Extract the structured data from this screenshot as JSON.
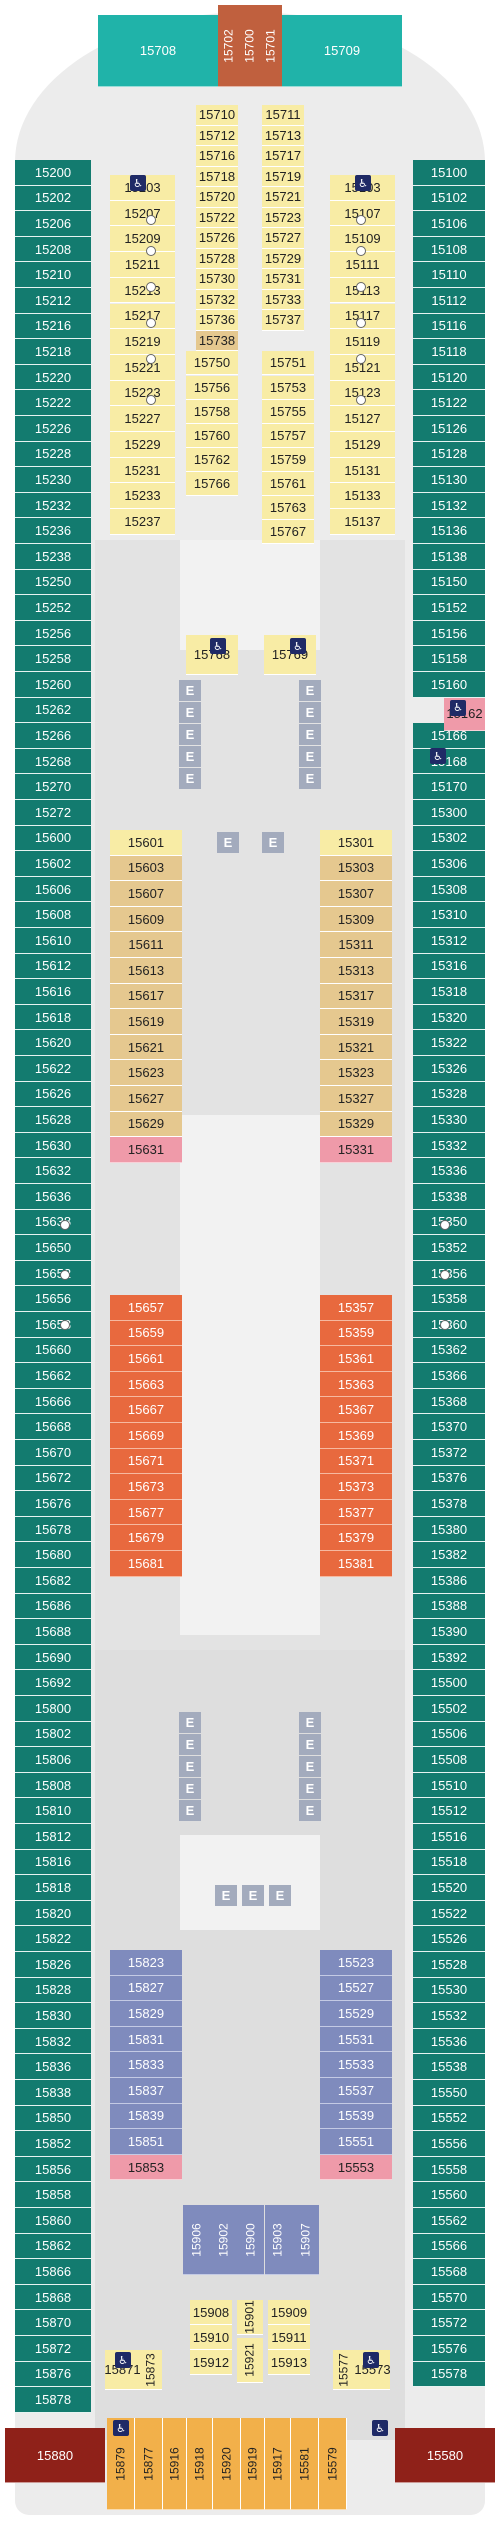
{
  "deck": {
    "left_outer": [
      "15200",
      "15202",
      "15206",
      "15208",
      "15210",
      "15212",
      "15216",
      "15218",
      "15220",
      "15222",
      "15226",
      "15228",
      "15230",
      "15232",
      "15236",
      "15238",
      "15250",
      "15252",
      "15256",
      "15258",
      "15260",
      "15262",
      "15266",
      "15268",
      "15270",
      "15272",
      "15600",
      "15602",
      "15606",
      "15608",
      "15610",
      "15612",
      "15616",
      "15618",
      "15620",
      "15622",
      "15626",
      "15628",
      "15630",
      "15632",
      "15636",
      "15638",
      "15650",
      "15652",
      "15656",
      "15658",
      "15660",
      "15662",
      "15666",
      "15668",
      "15670",
      "15672",
      "15676",
      "15678",
      "15680",
      "15682",
      "15686",
      "15688",
      "15690",
      "15692",
      "15800",
      "15802",
      "15806",
      "15808",
      "15810",
      "15812",
      "15816",
      "15818",
      "15820",
      "15822",
      "15826",
      "15828",
      "15830",
      "15832",
      "15836",
      "15838",
      "15850",
      "15852",
      "15856",
      "15858",
      "15860",
      "15862",
      "15866",
      "15868",
      "15870",
      "15872",
      "15876",
      "15878"
    ],
    "right_outer": [
      "15100",
      "15102",
      "15106",
      "15108",
      "15110",
      "15112",
      "15116",
      "15118",
      "15120",
      "15122",
      "15126",
      "15128",
      "15130",
      "15132",
      "15136",
      "15138",
      "15150",
      "15152",
      "15156",
      "15158",
      "15160",
      "",
      "15166",
      "15168",
      "15170",
      "15300",
      "15302",
      "15306",
      "15308",
      "15310",
      "15312",
      "15316",
      "15318",
      "15320",
      "15322",
      "15326",
      "15328",
      "15330",
      "15332",
      "15336",
      "15338",
      "15350",
      "15352",
      "15356",
      "15358",
      "15360",
      "15362",
      "15366",
      "15368",
      "15370",
      "15372",
      "15376",
      "15378",
      "15380",
      "15382",
      "15386",
      "15388",
      "15390",
      "15392",
      "15500",
      "15502",
      "15506",
      "15508",
      "15510",
      "15512",
      "15516",
      "15518",
      "15520",
      "15522",
      "15526",
      "15528",
      "15530",
      "15532",
      "15536",
      "15538",
      "15550",
      "15552",
      "15556",
      "15558",
      "15560",
      "15562",
      "15566",
      "15568",
      "15570",
      "15572",
      "15576",
      "15578"
    ],
    "right_special": "15162",
    "bow": {
      "left": "15708",
      "aft_left": "15702",
      "aft_mid": "15700",
      "aft_right": "15701",
      "right": "15709"
    },
    "forward_center_left": [
      "15710",
      "15712",
      "15716",
      "15718",
      "15720",
      "15722",
      "15726",
      "15728",
      "15730",
      "15732",
      "",
      "15750"
    ],
    "forward_center_right": [
      "15711",
      "15713",
      "15717",
      "15719",
      "15721",
      "15723",
      "15727",
      "15729",
      "15731",
      "15733",
      "15737",
      "",
      "15751",
      "15753",
      "15755",
      "15757",
      "15759",
      "15761",
      "15763",
      "15767"
    ],
    "forward_center_left_lower": [
      "15736",
      "15738",
      "15756",
      "15758",
      "15760",
      "15762",
      "15766"
    ],
    "forward_pair": [
      "15768",
      "15769"
    ],
    "inner_left_fwd": [
      "15203",
      "15207",
      "15209",
      "15211",
      "15213",
      "15217",
      "15219",
      "15221",
      "15223",
      "15227",
      "15229",
      "15231",
      "15233",
      "15237"
    ],
    "inner_right_fwd": [
      "15103",
      "15107",
      "15109",
      "15111",
      "15113",
      "15117",
      "15119",
      "15121",
      "15123",
      "15127",
      "15129",
      "15131",
      "15133",
      "15137"
    ],
    "gold_left": [
      "15601",
      "15603",
      "15607",
      "15609",
      "15611",
      "15613",
      "15617",
      "15619",
      "15621",
      "15623",
      "15627",
      "15629",
      "15631"
    ],
    "gold_right": [
      "15301",
      "15303",
      "15307",
      "15309",
      "15311",
      "15313",
      "15317",
      "15319",
      "15321",
      "15323",
      "15327",
      "15329",
      "15331"
    ],
    "orange_left": [
      "15657",
      "15659",
      "15661",
      "15663",
      "15667",
      "15669",
      "15671",
      "15673",
      "15677",
      "15679",
      "15681"
    ],
    "orange_right": [
      "15357",
      "15359",
      "15361",
      "15363",
      "15367",
      "15369",
      "15371",
      "15373",
      "15377",
      "15379",
      "15381"
    ],
    "blue_left": [
      "15823",
      "15827",
      "15829",
      "15831",
      "15833",
      "15837",
      "15839",
      "15851",
      "15853"
    ],
    "blue_right": [
      "15523",
      "15527",
      "15529",
      "15531",
      "15533",
      "15537",
      "15539",
      "15551",
      "15553"
    ],
    "aft_blue": [
      "15906",
      "15902",
      "15900",
      "15903",
      "15907"
    ],
    "aft_center": [
      "15908",
      "15910",
      "15912",
      "15901",
      "15921",
      "15909",
      "15911",
      "15913"
    ],
    "aft_small": [
      "15871",
      "15873",
      "15577",
      "15573"
    ],
    "stern": {
      "left": "15880",
      "right": "15580"
    },
    "stern_peach": [
      "15879",
      "15877",
      "15916",
      "15918",
      "15920",
      "15919",
      "15917",
      "15581",
      "15579"
    ],
    "elevator_label": "E",
    "accessible_icon": "wheelchair-icon",
    "colors": {
      "teal": "#137b6f",
      "yellow": "#f8eca5",
      "gold": "#e5c88f",
      "orange": "#e8693e",
      "blue": "#7f8bbd",
      "pink": "#ef9aa9",
      "peach": "#f2b04a",
      "red": "#8f2119",
      "aqua": "#20b3a9",
      "rust": "#c0603e",
      "elevator": "#a3abbd",
      "accessible": "#1f2a66"
    }
  }
}
